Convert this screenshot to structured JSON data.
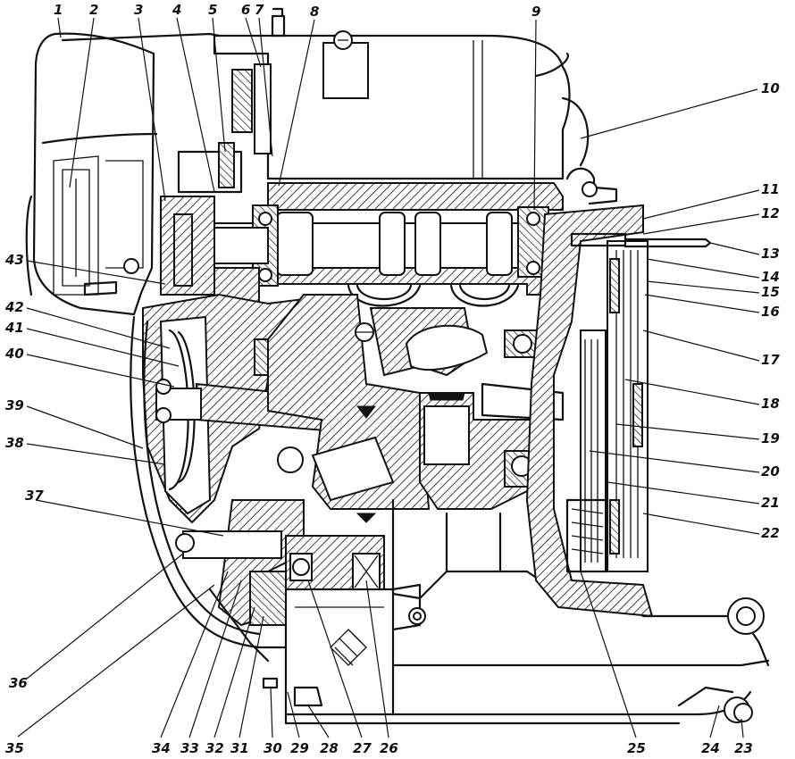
{
  "diagram": {
    "callouts_top": [
      "1",
      "2",
      "3",
      "4",
      "5",
      "6",
      "7",
      "8",
      "9"
    ],
    "callouts_right": [
      "10",
      "11",
      "12",
      "13",
      "14",
      "15",
      "16",
      "17",
      "18",
      "19",
      "20",
      "21",
      "22"
    ],
    "callouts_bottom": [
      "23",
      "24",
      "25",
      "26",
      "27",
      "28",
      "29",
      "30",
      "31",
      "32",
      "33",
      "34",
      "35"
    ],
    "callouts_left": [
      "36",
      "37",
      "38",
      "39",
      "40",
      "41",
      "42",
      "43"
    ]
  }
}
